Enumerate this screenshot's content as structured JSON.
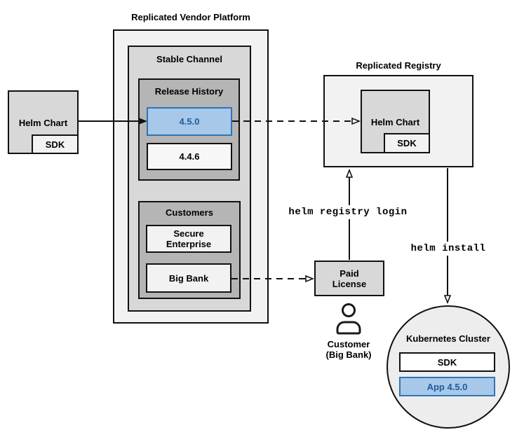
{
  "titles": {
    "vendor_platform": "Replicated Vendor Platform",
    "stable_channel": "Stable Channel",
    "release_history": "Release History",
    "customers": "Customers",
    "registry": "Replicated Registry",
    "cluster": "Kubernetes Cluster"
  },
  "source_chart": {
    "label": "Helm Chart",
    "sdk": "SDK"
  },
  "releases": {
    "current": "4.5.0",
    "previous": "4.4.6"
  },
  "customer_boxes": {
    "secure_line1": "Secure",
    "secure_line2": "Enterprise",
    "big_bank": "Big Bank"
  },
  "registry_chart": {
    "label": "Helm Chart",
    "sdk": "SDK"
  },
  "license": {
    "line1": "Paid",
    "line2": "License"
  },
  "customer_caption": {
    "line1": "Customer",
    "line2": "(Big Bank)"
  },
  "commands": {
    "registry_login": "helm registry login",
    "install": "helm install"
  },
  "cluster_items": {
    "sdk": "SDK",
    "app": "App 4.5.0"
  },
  "colors": {
    "accent_fill": "#A8C8EA",
    "accent_border": "#2E75B6",
    "accent_text": "#1F5C99"
  }
}
